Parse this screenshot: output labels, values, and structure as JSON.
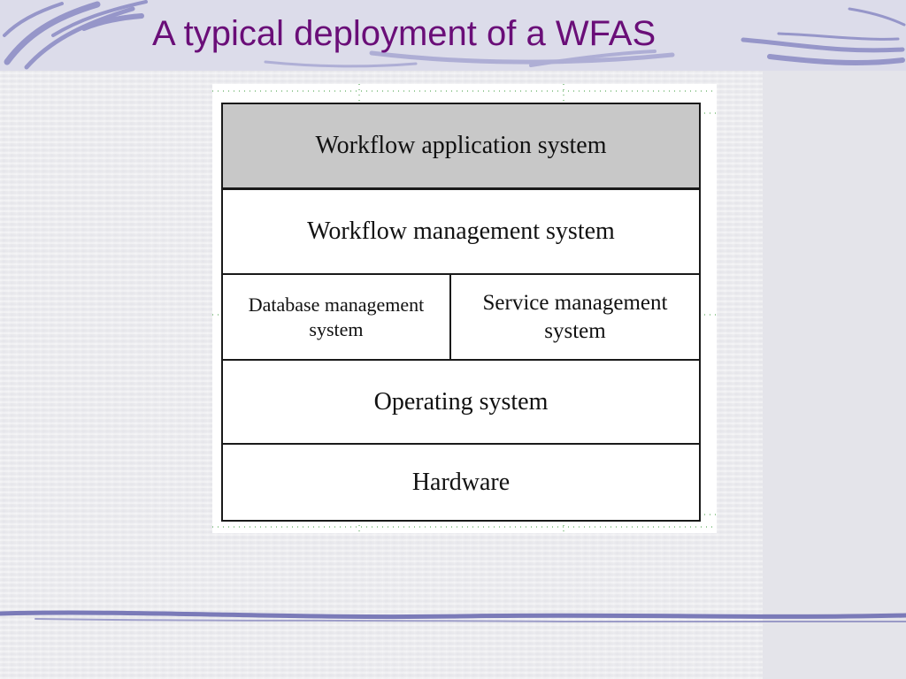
{
  "slide": {
    "title": "A typical deployment of a WFAS"
  },
  "diagram": {
    "layers": {
      "application": "Workflow application system",
      "workflow_management": "Workflow management system",
      "database_management_line1": "Database management",
      "database_management_line2": "system",
      "service_management_line1": "Service management",
      "service_management_line2": "system",
      "operating_system": "Operating system",
      "hardware": "Hardware"
    }
  },
  "colors": {
    "title": "#6a0e78",
    "title_band": "#dcdcea",
    "swoosh": "#7a7ab8",
    "application_layer_fill": "#c8c8c8",
    "layer_border": "#1a1a1a",
    "guide_dots": "#3a9a3a"
  }
}
